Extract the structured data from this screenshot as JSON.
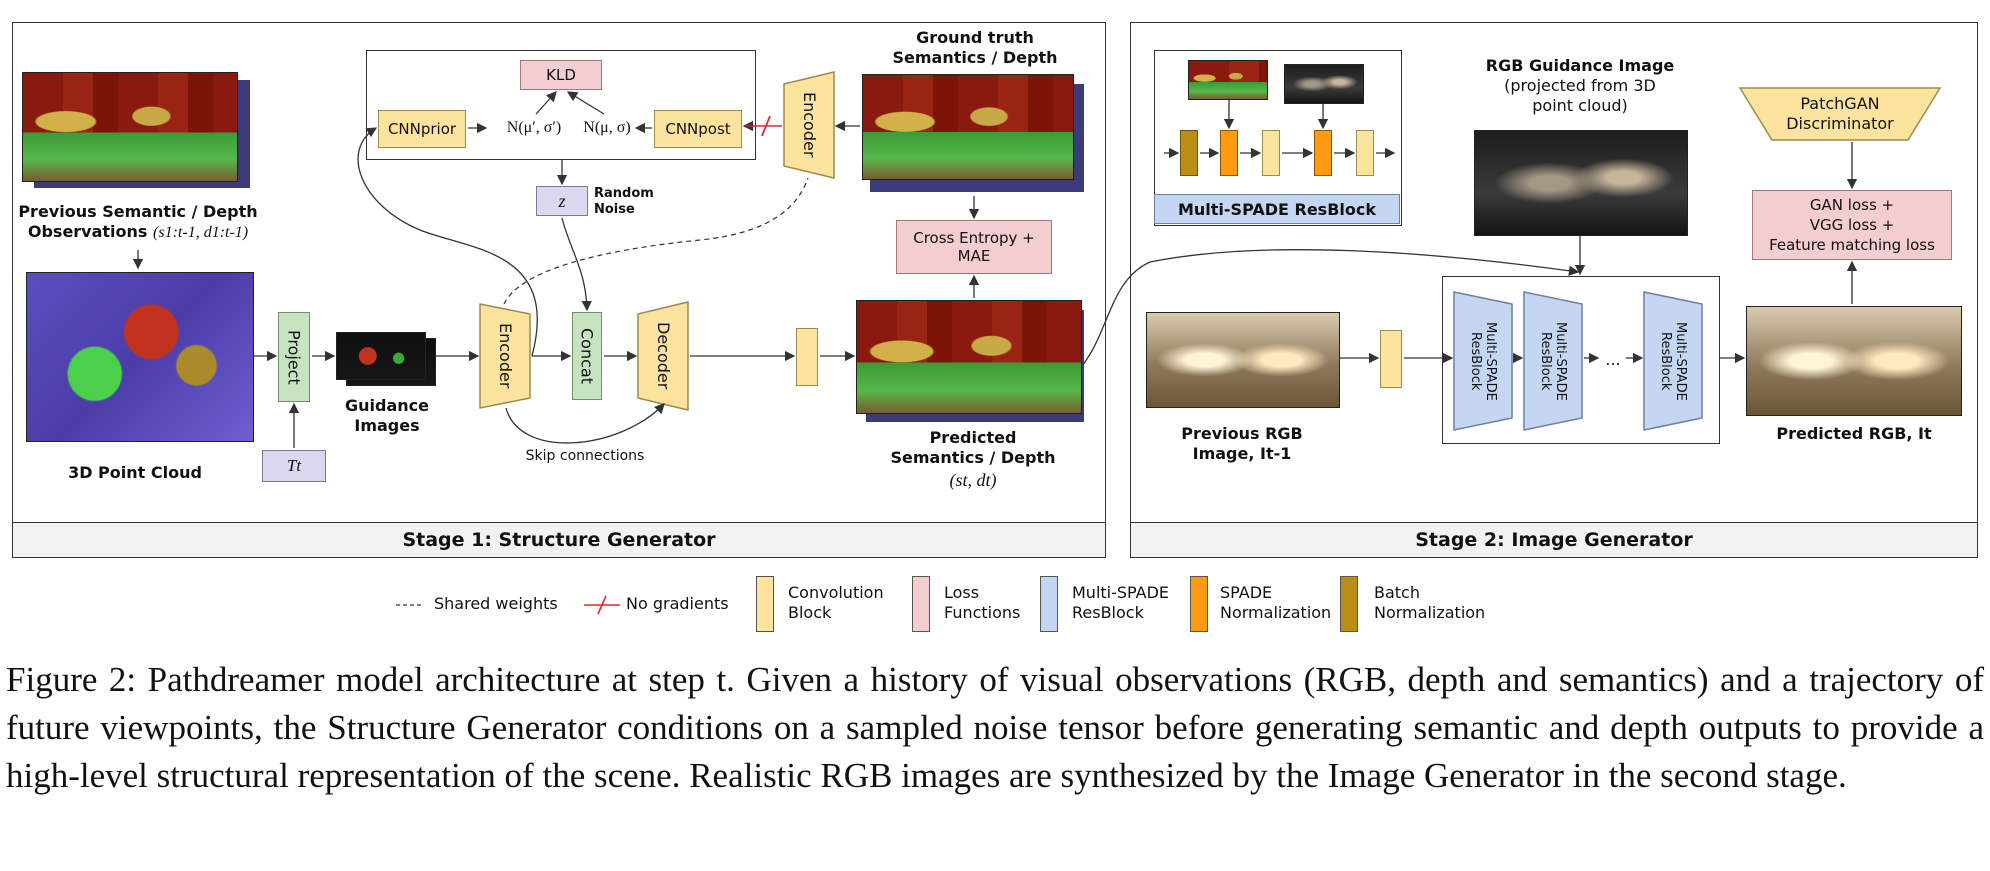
{
  "stage1": {
    "title": "Stage 1: Structure Generator",
    "prev_obs_label_line1": "Previous Semantic / Depth",
    "prev_obs_label_line2": "Observations",
    "prev_obs_math": "(s1:t-1, d1:t-1)",
    "point_cloud_label": "3D Point Cloud",
    "project_label": "Project",
    "tt_label": "Tt",
    "guidance_label_line1": "Guidance",
    "guidance_label_line2": "Images",
    "encoder_label": "Encoder",
    "concat_label": "Concat",
    "decoder_label": "Decoder",
    "skip_label": "Skip connections",
    "kld_label": "KLD",
    "cnn_prior_label": "CNNprior",
    "cnn_post_label": "CNNpost",
    "n_prior_label": "N(μ′, σ′)",
    "n_post_label": "N(μ, σ)",
    "z_label": "z",
    "random_noise_line1": "Random",
    "random_noise_line2": "Noise",
    "gt_label_line1": "Ground truth",
    "gt_label_line2": "Semantics / Depth",
    "ce_label_line1": "Cross Entropy +",
    "ce_label_line2": "MAE",
    "pred_label_line1": "Predicted",
    "pred_label_line2": "Semantics / Depth",
    "pred_math": "(st, dt)"
  },
  "stage2": {
    "title": "Stage 2: Image Generator",
    "multi_spade_box_label": "Multi-SPADE ResBlock",
    "rgb_guidance_line1": "RGB Guidance Image",
    "rgb_guidance_line2": "(projected from 3D",
    "rgb_guidance_line3": "point cloud)",
    "patchgan_line1": "PatchGAN",
    "patchgan_line2": "Discriminator",
    "gan_loss_line1": "GAN loss +",
    "gan_loss_line2": "VGG loss +",
    "gan_loss_line3": "Feature matching loss",
    "prev_rgb_line1": "Previous RGB",
    "prev_rgb_line2": "Image, It-1",
    "resblock_label": "Multi-SPADE ResBlock",
    "dots": "...",
    "pred_rgb_label": "Predicted RGB, It"
  },
  "legend": {
    "shared": "Shared weights",
    "nograd": "No gradients",
    "conv_line1": "Convolution",
    "conv_line2": "Block",
    "loss_line1": "Loss",
    "loss_line2": "Functions",
    "ms_line1": "Multi-SPADE",
    "ms_line2": "ResBlock",
    "spade_line1": "SPADE",
    "spade_line2": "Normalization",
    "batch_line1": "Batch",
    "batch_line2": "Normalization"
  },
  "caption": "Figure 2: Pathdreamer model architecture at step t. Given a history of visual observations (RGB, depth and semantics) and a trajectory of future viewpoints, the Structure Generator conditions on a sampled noise tensor before generating semantic and depth outputs to provide a high-level structural representation of the scene. Realistic RGB images are synthesized by the Image Generator in the second stage.",
  "colors": {
    "conv": "#fce49e",
    "loss": "#f4cdd0",
    "noise": "#dad7ee",
    "concat": "#c7e3bf",
    "multispade": "#c5d6f3",
    "spade_norm": "#ff9a12",
    "batch_norm": "#b98e12"
  }
}
